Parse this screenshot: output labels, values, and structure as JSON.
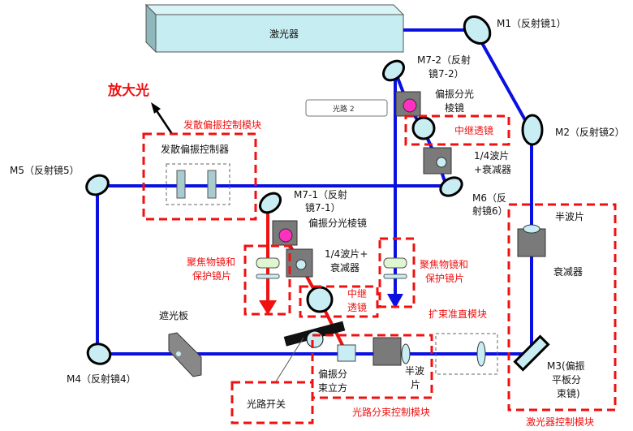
{
  "laser": {
    "label": "激光器"
  },
  "amplified_light": "放大光",
  "path2_label": "光路 2",
  "mirrors": {
    "m1": "M1（反射镜1）",
    "m2": "M2（反射镜2）",
    "m3": [
      "M3(偏振",
      "平板分",
      "束镜)"
    ],
    "m4": "M4（反射镜4）",
    "m5": "M5（反射镜5）",
    "m6": [
      "M6（反",
      "射镜6）"
    ],
    "m7_1": [
      "M7-1（反射",
      "镜7-1）"
    ],
    "m7_2": [
      "M7-2（反射",
      "镜7-2）"
    ]
  },
  "components": {
    "pbs_top": [
      "偏振分光",
      "棱镜"
    ],
    "qwp_top": [
      "1/4波片",
      "+衰减器"
    ],
    "pbs_mid": "偏振分光棱镜",
    "qwp_mid": [
      "1/4波片+",
      "衰减器"
    ],
    "divergence_controller": "发散偏振控制器",
    "shutter": "遮光板",
    "half_wave_right": "半波片",
    "attenuator": "衰减器",
    "pbs_cube": [
      "偏振分",
      "束立方"
    ],
    "half_wave_bottom": [
      "半波",
      "片"
    ]
  },
  "modules": {
    "divergence_module": "发散偏振控制模块",
    "relay_top": "中继透镜",
    "relay_mid": [
      "中继",
      "透镜"
    ],
    "focus_left": [
      "聚焦物镜和",
      "保护镜片"
    ],
    "focus_right": [
      "聚焦物镜和",
      "保护镜片"
    ],
    "beam_expander": "扩束准直模块",
    "split_module": "光路分束控制模块",
    "path_switch": "光路开关",
    "laser_control": "激光器控制模块"
  },
  "colors": {
    "beam_blue": "#0a10e0",
    "beam_red": "#f01010",
    "module_border": "#f01010",
    "optic_fill": "#c8eef4"
  }
}
